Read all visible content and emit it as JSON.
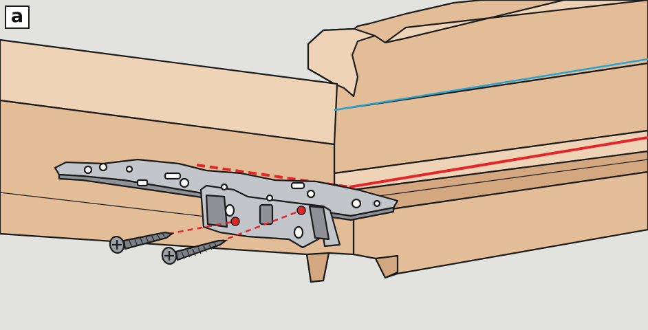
{
  "panel": {
    "label": "a"
  },
  "colors": {
    "background": "#e2e2df",
    "wood_light": "#efd3b7",
    "wood_mid": "#e2bd97",
    "wood_dark": "#d3a77f",
    "outline": "#1a1a1a",
    "metal": "#c2c5ca",
    "metal_dark": "#8e9298",
    "guide_blue": "#2ba3cf",
    "guide_red": "#e2262a"
  },
  "icons": [
    "drawer-side-panel",
    "mounting-bracket",
    "wood-screw",
    "screw-hole-marker"
  ]
}
